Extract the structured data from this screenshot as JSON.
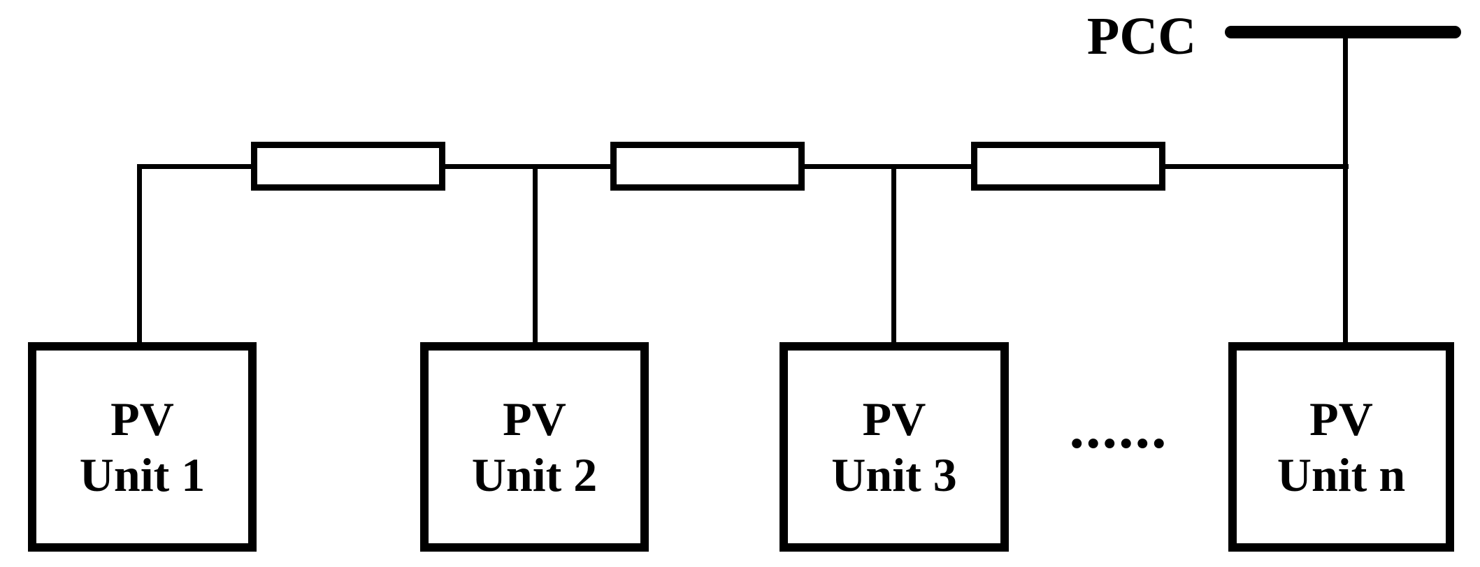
{
  "pcc": {
    "label": "PCC"
  },
  "ellipsis": "......",
  "units": [
    {
      "line1": "PV",
      "line2": "Unit 1"
    },
    {
      "line1": "PV",
      "line2": "Unit 2"
    },
    {
      "line1": "PV",
      "line2": "Unit 3"
    },
    {
      "line1": "PV",
      "line2": "Unit n"
    }
  ],
  "colors": {
    "line": "#000000",
    "background": "#ffffff",
    "box_fill": "#ffffff"
  }
}
